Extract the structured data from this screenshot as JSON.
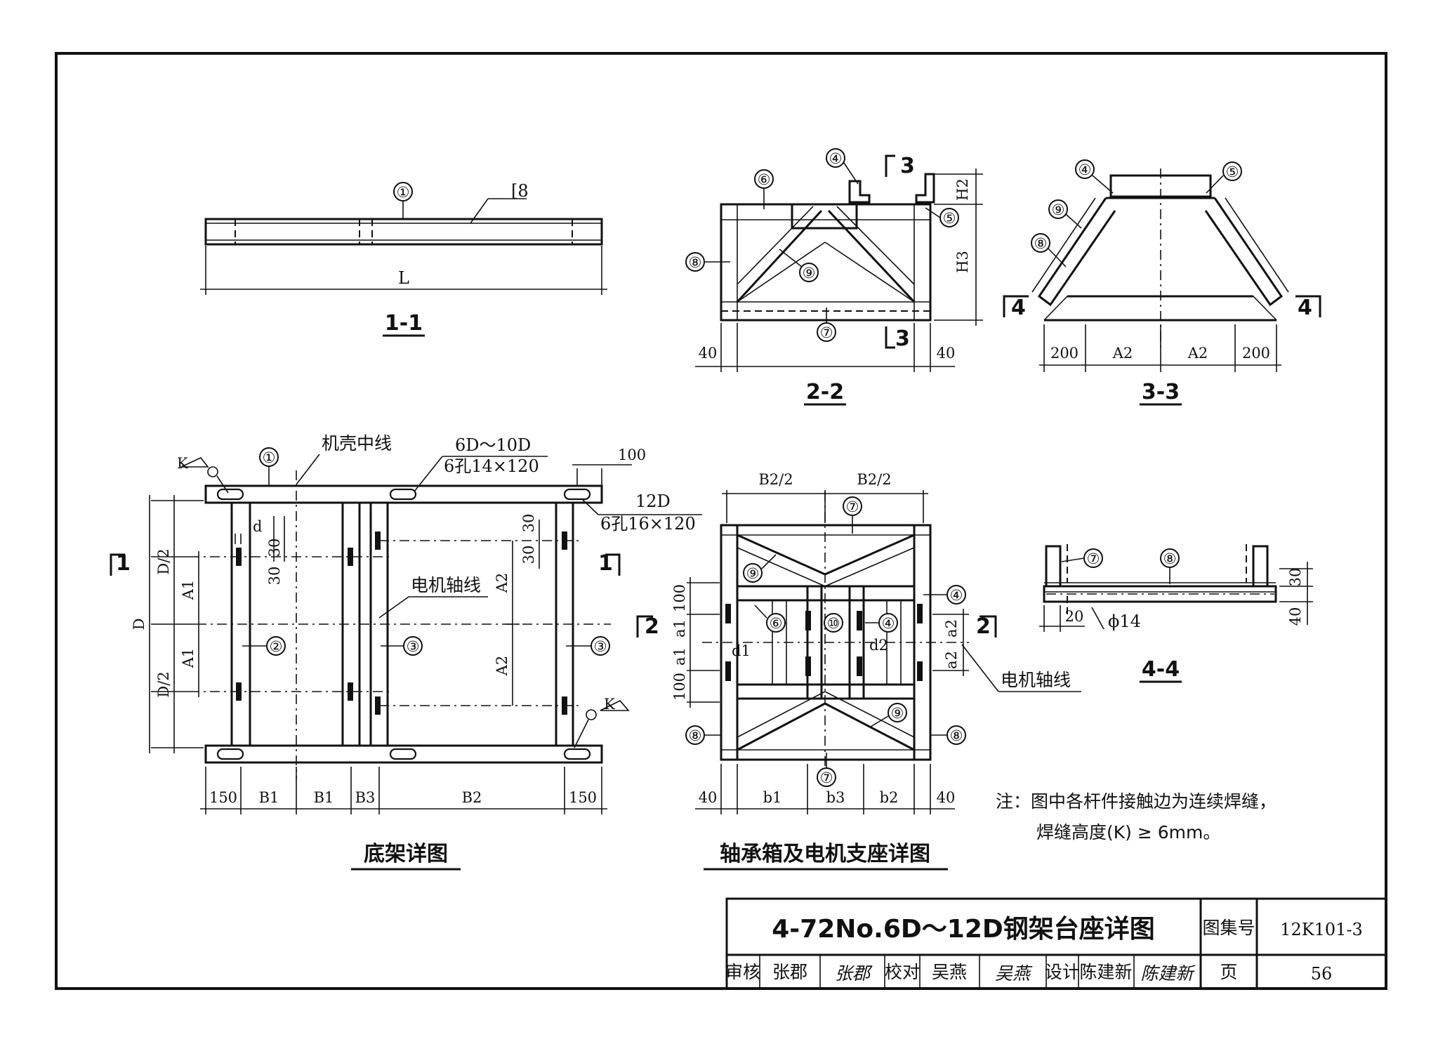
{
  "views": {
    "v11": {
      "caption": "1-1",
      "channel": "[8",
      "dim_l": "L",
      "mark": "①"
    },
    "v22": {
      "caption": "2-2",
      "dim_h2": "H2",
      "dim_h3": "H3",
      "dim_left": "40",
      "dim_right": "40",
      "section_mark": "3"
    },
    "v33": {
      "caption": "3-3",
      "dims": [
        "200",
        "A2",
        "A2",
        "200"
      ],
      "section_mark": "4"
    },
    "v44": {
      "caption": "4-4",
      "dim_30": "30",
      "dim_40": "40",
      "dim_20": "20",
      "hole": "ϕ14"
    },
    "base": {
      "caption": "底架详图",
      "center_line": "机壳中线",
      "holes_small_model": "6D～10D",
      "holes_small_spec": "6孔14×120",
      "holes_large_model": "12D",
      "holes_large_spec": "6孔16×120",
      "motor_axis": "电机轴线",
      "weld": "K",
      "dim_100": "100",
      "section_mark": "1",
      "dims_bottom": [
        "150",
        "B1",
        "B1",
        "B3",
        "B2",
        "150"
      ],
      "dims_left": [
        "D/2",
        "D",
        "D/2",
        "A1",
        "A1"
      ],
      "dims_mid": [
        "A2",
        "A2",
        "30",
        "30",
        "30",
        "30",
        "d"
      ]
    },
    "bearing": {
      "caption": "轴承箱及电机支座详图",
      "dims_top": [
        "B2/2",
        "B2/2"
      ],
      "dims_bottom": [
        "40",
        "b1",
        "b3",
        "b2",
        "40"
      ],
      "dims_left": [
        "100",
        "a1",
        "a1",
        "100"
      ],
      "dims_right": [
        "a2",
        "a2"
      ],
      "d1": "d1",
      "d2": "d2",
      "motor_axis": "电机轴线",
      "section_mark": "2"
    }
  },
  "marks": [
    "①",
    "②",
    "③",
    "④",
    "⑤",
    "⑥",
    "⑦",
    "⑧",
    "⑨",
    "⑩"
  ],
  "note": {
    "line1": "注：图中各杆件接触边为连续焊缝，",
    "line2": "焊缝高度(K) ≥ 6mm。"
  },
  "title_block": {
    "title": "4-72No.6D～12D钢架台座详图",
    "atlas_label": "图集号",
    "atlas_no": "12K101-3",
    "review_label": "审核",
    "reviewer": "张郡",
    "reviewer_sign": "张郡",
    "check_label": "校对",
    "checker": "吴燕",
    "checker_sign": "吴燕",
    "design_label": "设计",
    "designer": "陈建新",
    "designer_sign": "陈建新",
    "page_label": "页",
    "page_no": "56"
  }
}
